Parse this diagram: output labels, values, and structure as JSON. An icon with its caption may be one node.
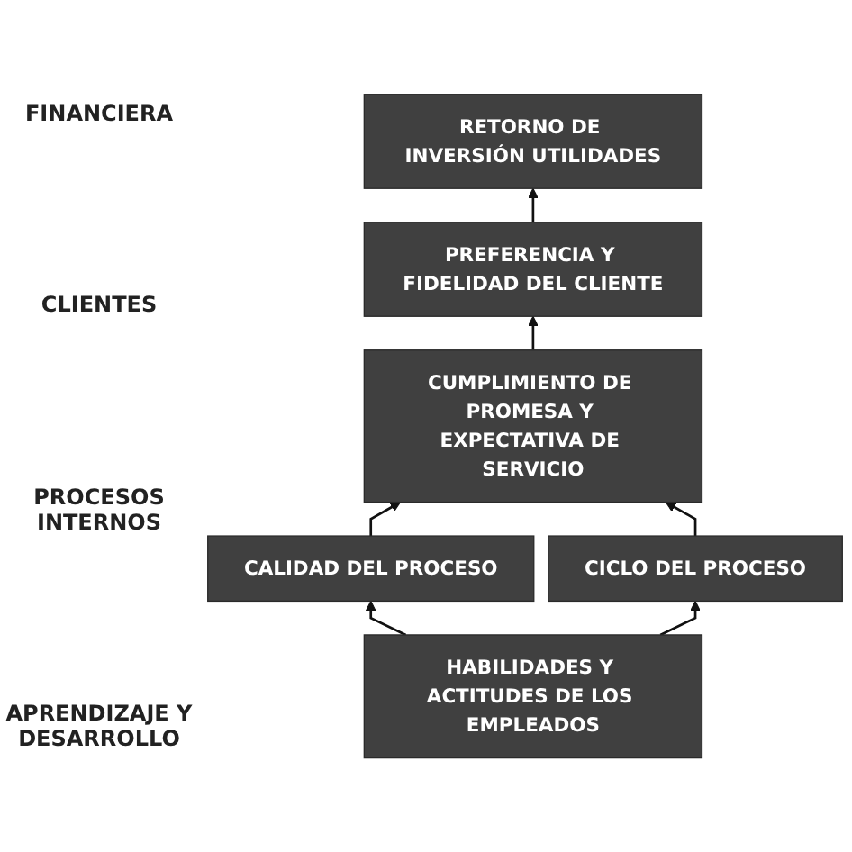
{
  "diagram": {
    "nodes": [
      {
        "text": [
          "RETORNO DE INVERSIÓN UTILIDADES"
        ]
      },
      {
        "text": [
          "PREFERENCIA Y FIDELIDAD DEL CLIENTE"
        ]
      },
      {
        "text": [
          "CUMPLIMIENTO DE PROMESA Y EXPECTATIVA DE SERVICIO"
        ]
      },
      {
        "text": [
          "CALIDAD DEL PROCESO"
        ]
      },
      {
        "text": [
          "CICLO DEL PROCESO"
        ]
      },
      {
        "text": [
          "HABILIDADES Y ACTITUDES DE LOS EMPLEADOS"
        ]
      }
    ],
    "edges": [
      {
        "from": 1,
        "to": 0,
        "arrow": "to"
      },
      {
        "from": 2,
        "to": 1,
        "arrow": "to"
      },
      {
        "from": 3,
        "to": 2,
        "arrow": "to"
      },
      {
        "from": 4,
        "to": 2,
        "arrow": "to"
      },
      {
        "from": 5,
        "to": 3,
        "arrow": "to"
      },
      {
        "from": 5,
        "to": 4,
        "arrow": "to"
      }
    ],
    "labels": [
      "FINANCIERA",
      "CLIENTES",
      "PROCESOS INTERNOS",
      "APRENDIZAJE Y DESARROLLO"
    ]
  }
}
